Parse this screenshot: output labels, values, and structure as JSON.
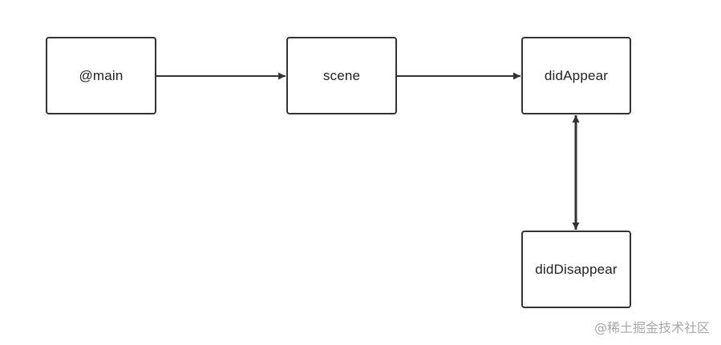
{
  "diagram": {
    "nodes": [
      {
        "id": "main",
        "label": "@main"
      },
      {
        "id": "scene",
        "label": "scene"
      },
      {
        "id": "appear",
        "label": "didAppear"
      },
      {
        "id": "disappear",
        "label": "didDisappear"
      }
    ],
    "edges": [
      {
        "from": "main",
        "to": "scene",
        "direction": "forward"
      },
      {
        "from": "scene",
        "to": "appear",
        "direction": "forward"
      },
      {
        "from": "appear",
        "to": "disappear",
        "direction": "both"
      }
    ],
    "colors": {
      "stroke": "#333333",
      "text": "#222222",
      "watermark": "#a8a8a8",
      "background": "#ffffff"
    }
  },
  "watermark": {
    "text": "@稀土掘金技术社区"
  }
}
